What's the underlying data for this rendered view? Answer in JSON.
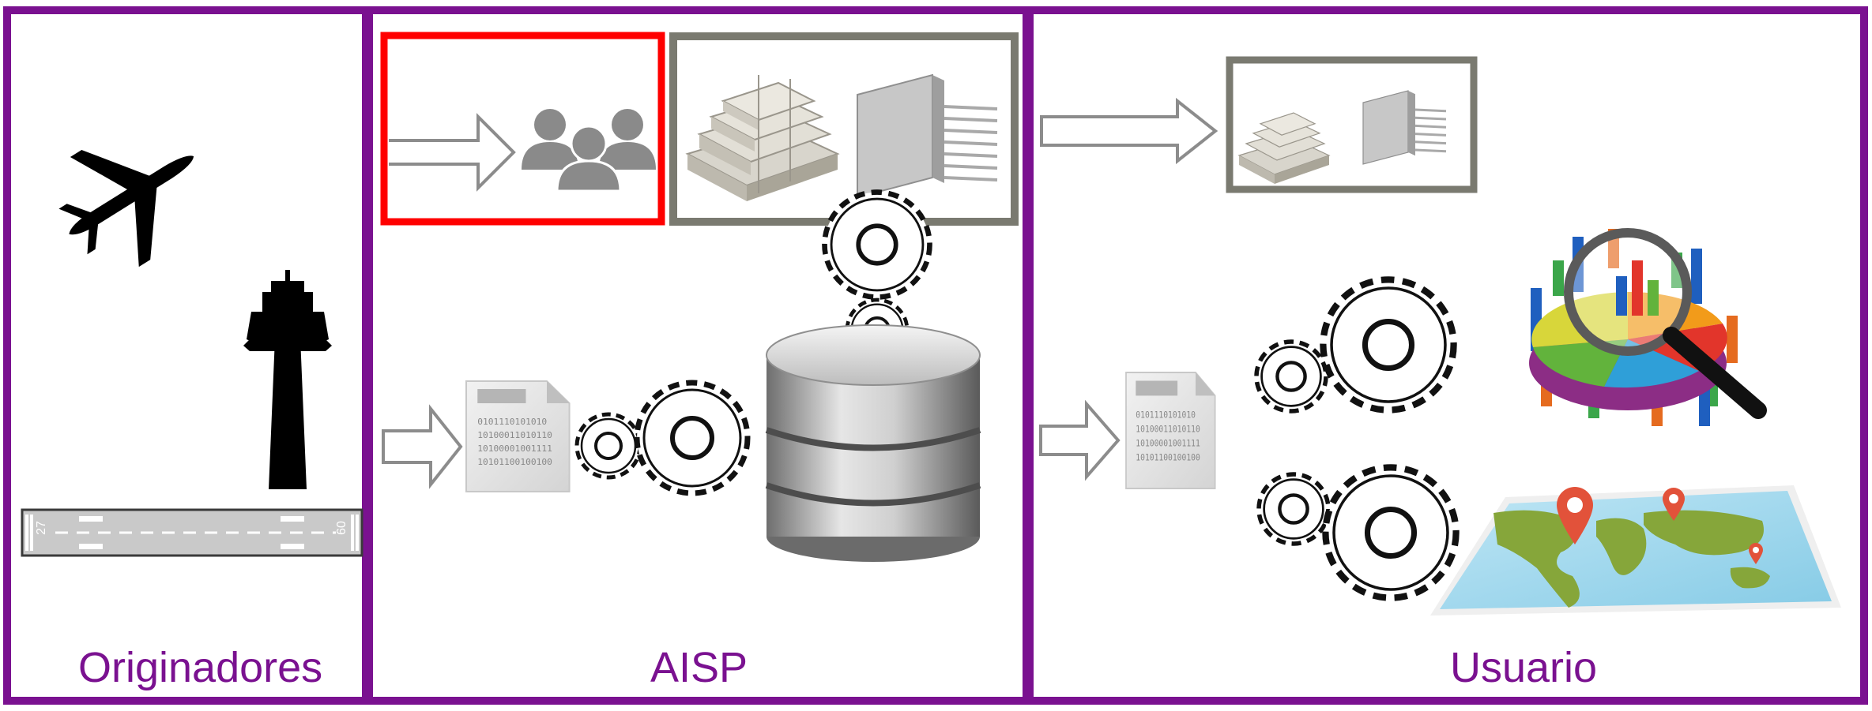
{
  "panels": {
    "originadores": {
      "label": "Originadores"
    },
    "aisp": {
      "label": "AISP"
    },
    "usuario": {
      "label": "Usuario"
    }
  },
  "runway": {
    "left_number": "27",
    "right_number": "09"
  },
  "data_doc": {
    "lines": [
      "0101110101010",
      "10100011010110",
      "10100001001111",
      "10101100100100"
    ]
  },
  "colors": {
    "frame": "#7a1190",
    "highlight": "#ff0000",
    "library_frame": "#7a7a70",
    "arrow": "#8c8c8c"
  },
  "icons": [
    "airplane-icon",
    "control-tower-icon",
    "runway-icon",
    "users-group-icon",
    "publications-stack-icon",
    "cd-binder-icon",
    "gear-icon",
    "database-icon",
    "data-document-icon",
    "analytics-chart-icon",
    "world-map-icon",
    "arrow-icon"
  ]
}
